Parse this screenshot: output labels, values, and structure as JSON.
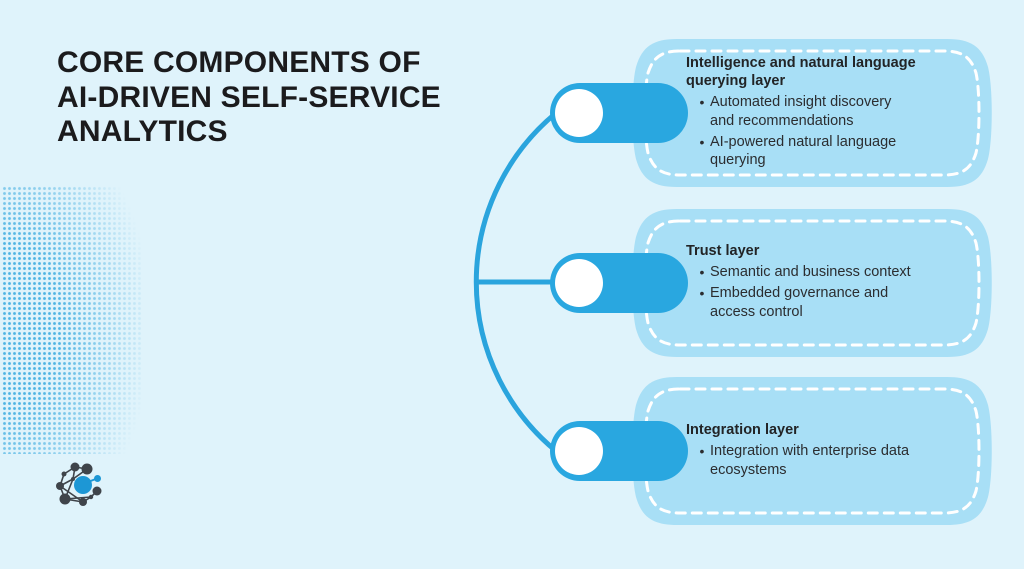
{
  "title": "CORE COMPONENTS OF AI-DRIVEN SELF-SERVICE ANALYTICS",
  "colors": {
    "background": "#dff3fb",
    "card_fill": "#a8dff6",
    "accent_blue": "#29a7e0",
    "connector_blue": "#2aa4dd",
    "dashed_border": "#ffffff",
    "heading_text": "#1b1b1d",
    "body_text": "#2b2d30",
    "logo_dark": "#3f444a",
    "logo_blue": "#1d97d5"
  },
  "glyphs": {
    "bullet": "•"
  },
  "icons": {
    "toggle": "toggle-switch-icon",
    "logo": "network-graph-logo",
    "connector": "curved-connector-line",
    "dots": "halftone-dot-pattern"
  },
  "cards": [
    {
      "title": "Intelligence and natural language querying layer",
      "bullets": [
        "Automated insight discovery and recommendations",
        "AI-powered natural language querying"
      ]
    },
    {
      "title": "Trust layer",
      "bullets": [
        "Semantic and business context",
        "Embedded governance and access control"
      ]
    },
    {
      "title": "Integration layer",
      "bullets": [
        "Integration with enterprise data ecosystems"
      ]
    }
  ]
}
